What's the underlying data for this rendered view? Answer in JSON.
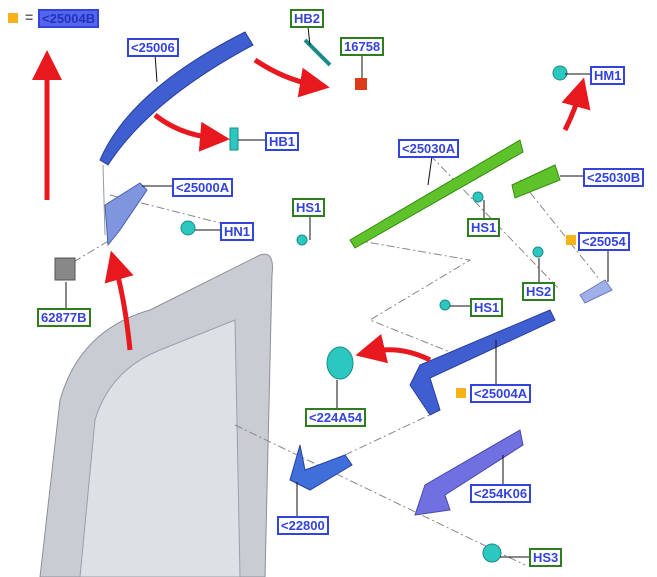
{
  "legend": {
    "equals": "=",
    "part": "<25004B"
  },
  "labels": {
    "p25006": "<25006",
    "hb2": "HB2",
    "p16758": "16758",
    "hm1": "HM1",
    "hb1": "HB1",
    "p25000a": "<25000A",
    "hn1": "HN1",
    "p25030a": "<25030A",
    "p25030b": "<25030B",
    "hs1_left": "HS1",
    "hs1_mid": "HS1",
    "p25054": "<25054",
    "hs2": "HS2",
    "hs1_low": "HS1",
    "p62877b": "62877B",
    "p25004a": "<25004A",
    "p224a54": "<224A54",
    "p254k06": "<254K06",
    "p22800": "<22800",
    "hs3": "HS3"
  },
  "colors": {
    "blue_part": "#3f5fd0",
    "green_part": "#5ec22a",
    "cyan_fastener": "#2cc8c0",
    "arrow": "#e8191e",
    "highlight_marker": "#f7b21a"
  }
}
